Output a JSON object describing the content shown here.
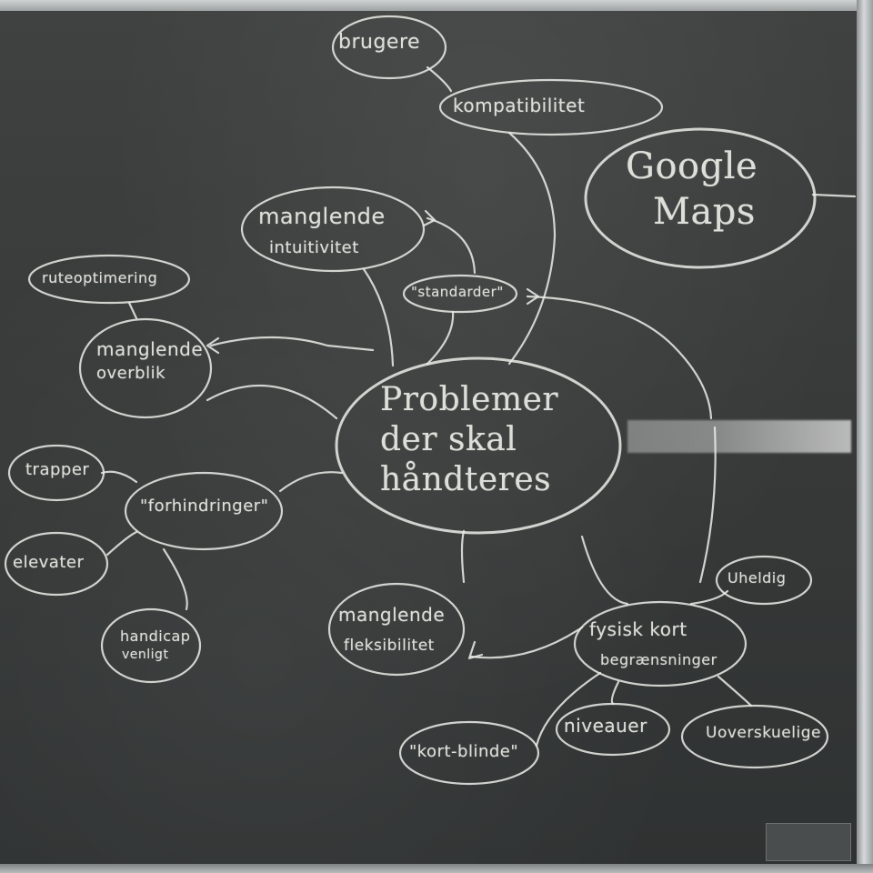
{
  "board": {
    "center": [
      "Problemer",
      "der skal",
      "håndteres"
    ],
    "nodes": {
      "brugere": "brugere",
      "kompatibilitet": "kompatibilitet",
      "google_maps": [
        "Google",
        "Maps"
      ],
      "manglende_intuitivitet": [
        "manglende",
        "intuitivitet"
      ],
      "ruteoptimering": "ruteoptimering",
      "standarder": "\"standarder\"",
      "manglende_overblik": [
        "manglende",
        "overblik"
      ],
      "trapper": "trapper",
      "forhindringer": "\"forhindringer\"",
      "elevater": "elevater",
      "handicap": [
        "handicap",
        "venligt"
      ],
      "manglende_fleksibilitet": [
        "manglende",
        "fleksibilitet"
      ],
      "uheldig": "Uheldig",
      "fysisk_kort": [
        "fysisk kort",
        "begrænsninger"
      ],
      "niveauer": "niveauer",
      "uoverskuelige": "Uoverskuelige",
      "kort_blinde": "\"kort-blinde\""
    }
  },
  "colors": {
    "chalk": "#e9ebe6",
    "board": "#3a3d3d",
    "frame": "#c4c7c7"
  }
}
